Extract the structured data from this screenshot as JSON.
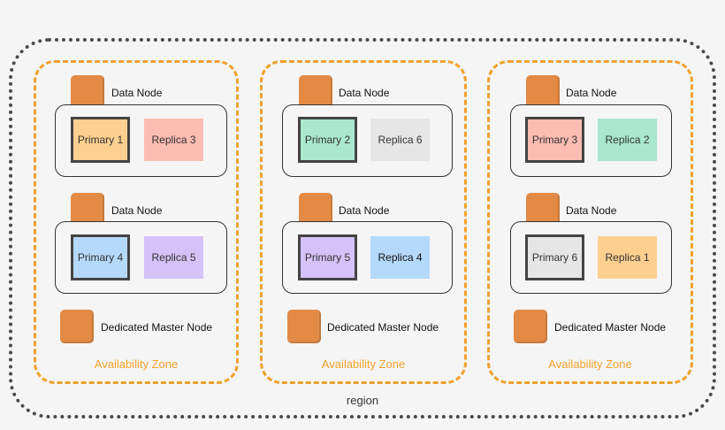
{
  "region_label": "region",
  "colors": {
    "az_border": "#f2a12c",
    "node_icon": "#e38a45",
    "shard_1": "#fecf8f",
    "shard_2": "#a9e7cf",
    "shard_3": "#fbbcb2",
    "shard_4": "#b5d9fb",
    "shard_5": "#d4c2f8",
    "shard_6": "#e6e6e6"
  },
  "zones": [
    {
      "label": "Availability Zone",
      "master_label": "Dedicated Master Node",
      "nodes": [
        {
          "label": "Data Node",
          "primary": "Primary 1",
          "replica": "Replica 3"
        },
        {
          "label": "Data Node",
          "primary": "Primary 4",
          "replica": "Replica 5"
        }
      ]
    },
    {
      "label": "Availability Zone",
      "master_label": "Dedicated Master Node",
      "nodes": [
        {
          "label": "Data Node",
          "primary": "Primary 2",
          "replica": "Replica 6"
        },
        {
          "label": "Data Node",
          "primary": "Primary 5",
          "replica": "Replica 4"
        }
      ]
    },
    {
      "label": "Availability Zone",
      "master_label": "Dedicated Master Node",
      "nodes": [
        {
          "label": "Data Node",
          "primary": "Primary 3",
          "replica": "Replica 2"
        },
        {
          "label": "Data Node",
          "primary": "Primary 6",
          "replica": "Replica 1"
        }
      ]
    }
  ]
}
